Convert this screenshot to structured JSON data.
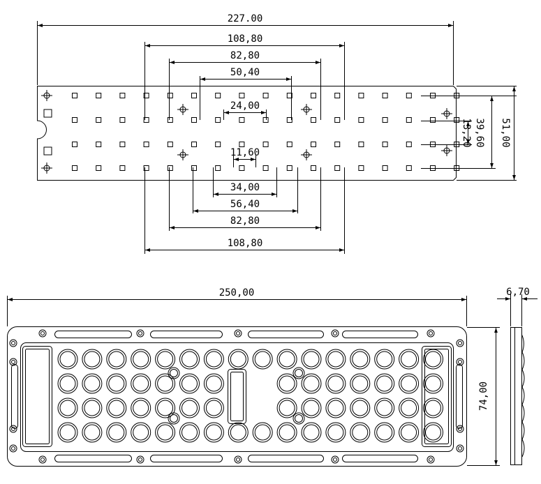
{
  "top_view": {
    "dims": {
      "overall_length": "227.00",
      "span_top_outer": "108,80",
      "span_top_mid": "82,80",
      "span_top_inner": "50,40",
      "center_gap_top": "24,00",
      "center_gap_bottom": "11,60",
      "span_bottom_inner": "34,00",
      "span_bottom_mid": "56,40",
      "span_bottom_mid2": "82,80",
      "span_bottom_outer": "108,80",
      "row_pitch": "13,20",
      "hole_span_vertical": "39,60",
      "overall_width": "51,00"
    }
  },
  "front_view": {
    "dims": {
      "overall_length": "250,00",
      "overall_height": "74,00"
    }
  },
  "side_view": {
    "dims": {
      "thickness": "6,70"
    }
  },
  "colors": {
    "line": "#000000",
    "background": "#ffffff"
  }
}
